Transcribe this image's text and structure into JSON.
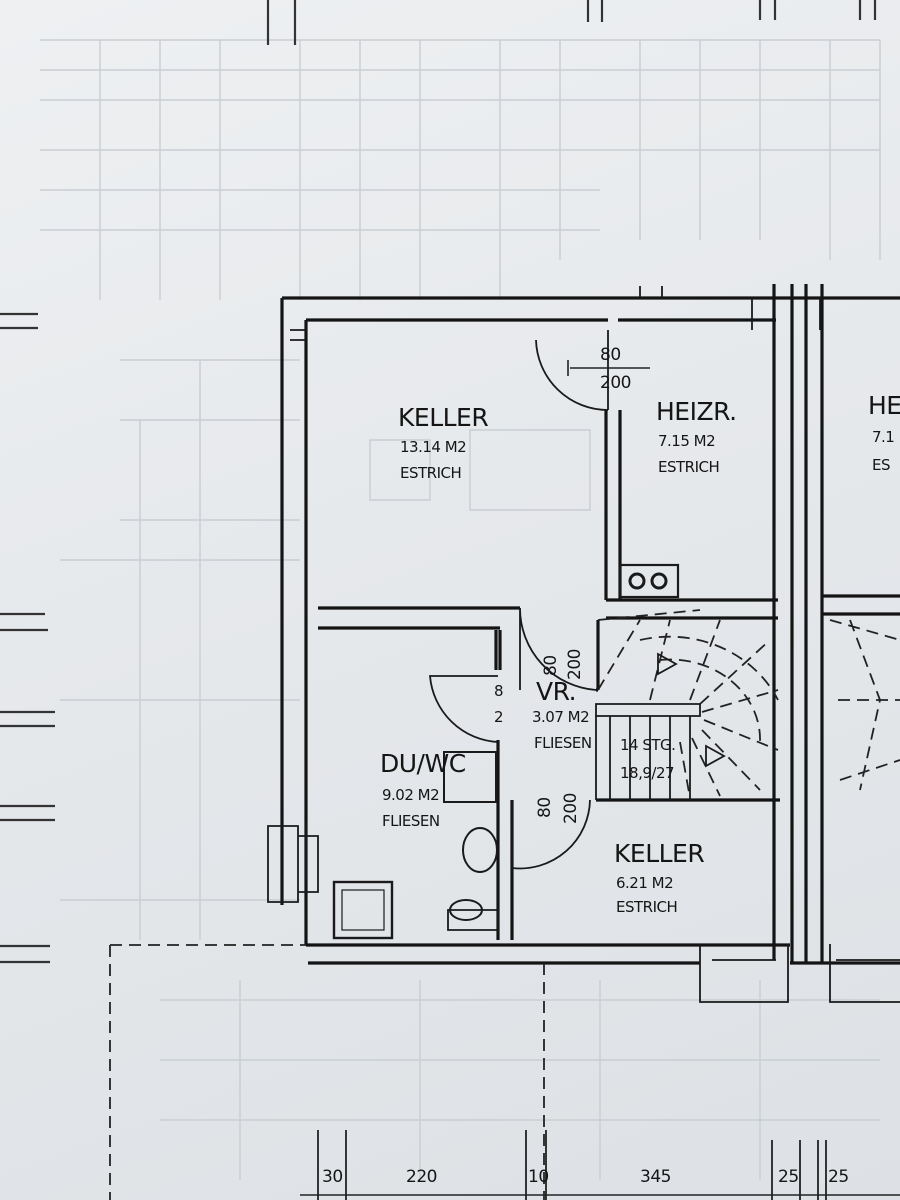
{
  "plan": {
    "rooms": [
      {
        "id": "keller-main",
        "name": "KELLER",
        "area": "13.14 M2",
        "floor": "ESTRICH"
      },
      {
        "id": "heizr",
        "name": "HEIZR.",
        "area": "7.15 M2",
        "floor": "ESTRICH"
      },
      {
        "id": "vr",
        "name": "VR.",
        "area": "3.07 M2",
        "floor": "FLIESEN"
      },
      {
        "id": "duwc",
        "name": "DU/WC",
        "area": "9.02 M2",
        "floor": "FLIESEN"
      },
      {
        "id": "keller-small",
        "name": "KELLER",
        "area": "6.21 M2",
        "floor": "ESTRICH"
      }
    ],
    "neighbor_room": {
      "name": "HE",
      "area": "7.1",
      "floor": "ES"
    },
    "doors": [
      {
        "id": "door-heizr",
        "width": "80",
        "height": "200"
      },
      {
        "id": "door-keller",
        "width": "80",
        "height": "200"
      },
      {
        "id": "door-duwc",
        "width": "8",
        "height": "2"
      },
      {
        "id": "door-keller-small",
        "width": "80",
        "height": "200"
      }
    ],
    "stairs": {
      "count": "14 STG.",
      "ratio": "18,9/27"
    },
    "dimensions": [
      "30",
      "220",
      "10",
      "345",
      "25",
      "25"
    ]
  }
}
